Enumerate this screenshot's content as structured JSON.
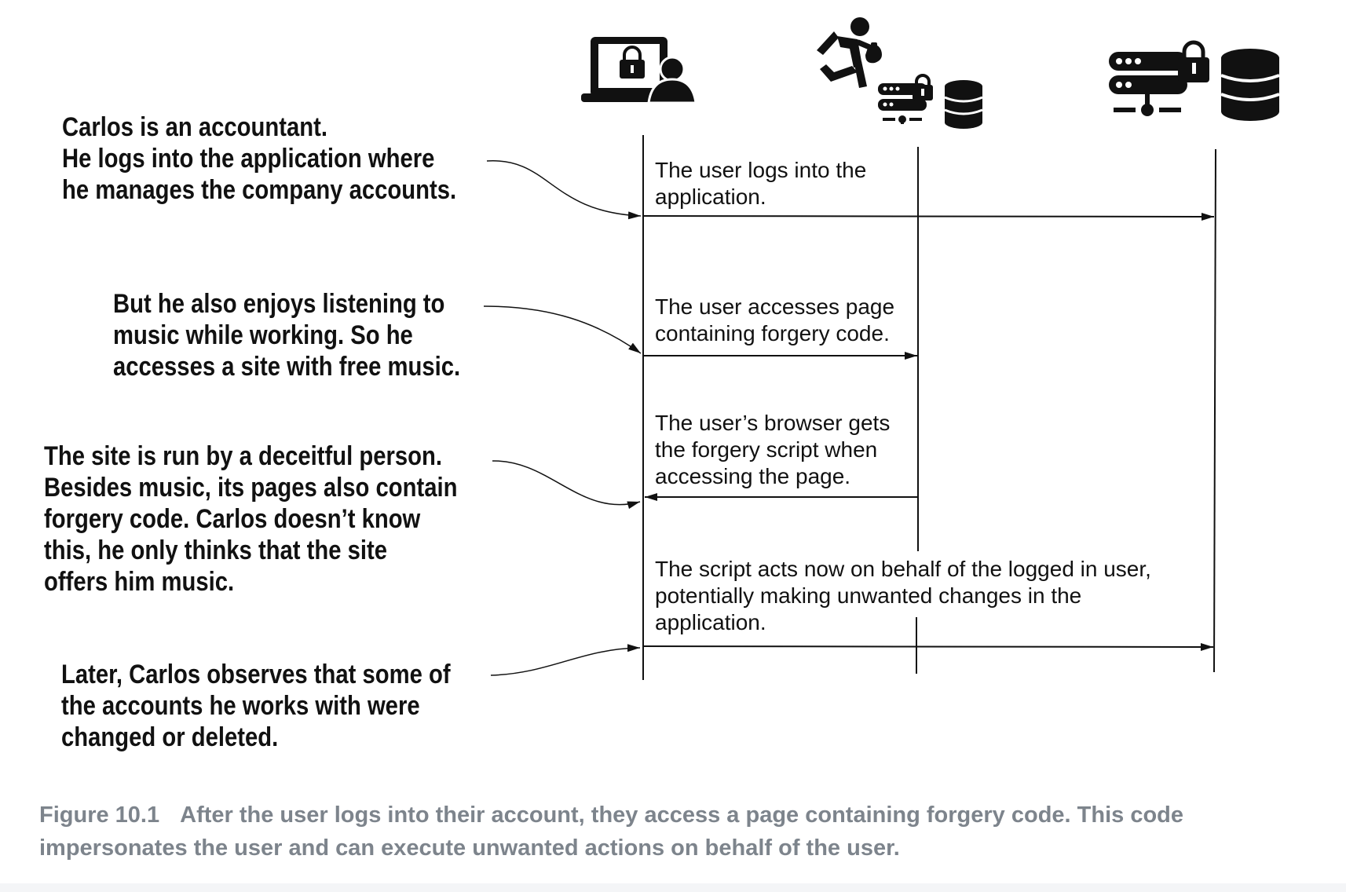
{
  "story": {
    "p1": "Carlos is an accountant.\nHe logs into the application where\nhe manages the company accounts.",
    "p2": "But he also enjoys listening to\nmusic while working. So he\naccesses a site with free music.",
    "p3": "The site is run by a deceitful person.\nBesides music, its pages also contain\nforgery code. Carlos doesn’t know\nthis, he only thinks that the site\noffers him music.",
    "p4": "Later, Carlos observes that some of\nthe accounts he works with were\nchanged or deleted."
  },
  "messages": {
    "m1": "The user logs into the\napplication.",
    "m2": "The user accesses page\ncontaining forgery code.",
    "m3": "The user’s browser gets\nthe forgery script when\naccessing the page.",
    "m4": "The script acts now on behalf of the logged in user,\npotentially making unwanted changes in the\napplication."
  },
  "actors": {
    "user": "laptop-lock-user-icon",
    "attacker": "thief-server-database-icon",
    "app": "server-lock-database-icon"
  },
  "caption": {
    "figure": "Figure 10.1",
    "text": "After the user logs into their account, they access a page containing forgery code. This code impersonates the user and can execute unwanted actions on behalf of the user."
  },
  "colors": {
    "ink": "#111111",
    "caption": "#7d848c"
  }
}
